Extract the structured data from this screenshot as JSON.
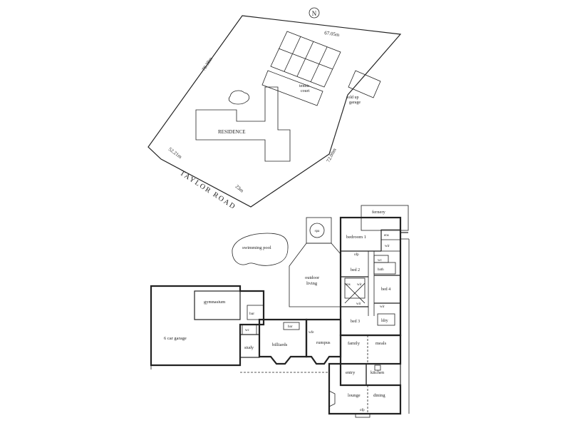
{
  "site_plan": {
    "north_symbol": "N",
    "road": "TAYLOR ROAD",
    "dimensions": {
      "top_boundary": "67.05m",
      "left_boundary": "78.38m",
      "bottom_left": "52.21m",
      "right_boundary": "72.00m",
      "road_frontage": "23m"
    },
    "labels": {
      "residence": "RESIDENCE",
      "tennis_court_line1": "tennis",
      "tennis_court_line2": "court",
      "garage_line1": "sold up",
      "garage_line2": "garage"
    }
  },
  "floor_plan": {
    "rooms": {
      "fernery": "fernery",
      "spa": "spa",
      "swimming_pool": "swimming pool",
      "outdoor_living_line1": "outdoor",
      "outdoor_living_line2": "living",
      "bedroom1": "bedroom 1",
      "ens": "ens",
      "wir1": "wir",
      "bed2": "bed 2",
      "bed3": "bed 3",
      "bed4": "bed 4",
      "ens2": "ens",
      "wir2": "wir",
      "wir3": "wir",
      "wc": "wc",
      "bath": "bath",
      "ldry": "ldry",
      "gymnasium": "gymnasium",
      "bar": "bar",
      "bar2": "bar",
      "wc2": "wc",
      "garage": "6 car garage",
      "study": "study",
      "billiards": "billiards",
      "rumpus": "rumpus",
      "wfe": "wfe",
      "family": "family",
      "meals": "meals",
      "entry": "entry",
      "kitchen": "kitchen",
      "lounge": "lounge",
      "dining": "dining",
      "ofp": "ofp",
      "ofp2": "ofp",
      "wir4": "wir"
    }
  }
}
